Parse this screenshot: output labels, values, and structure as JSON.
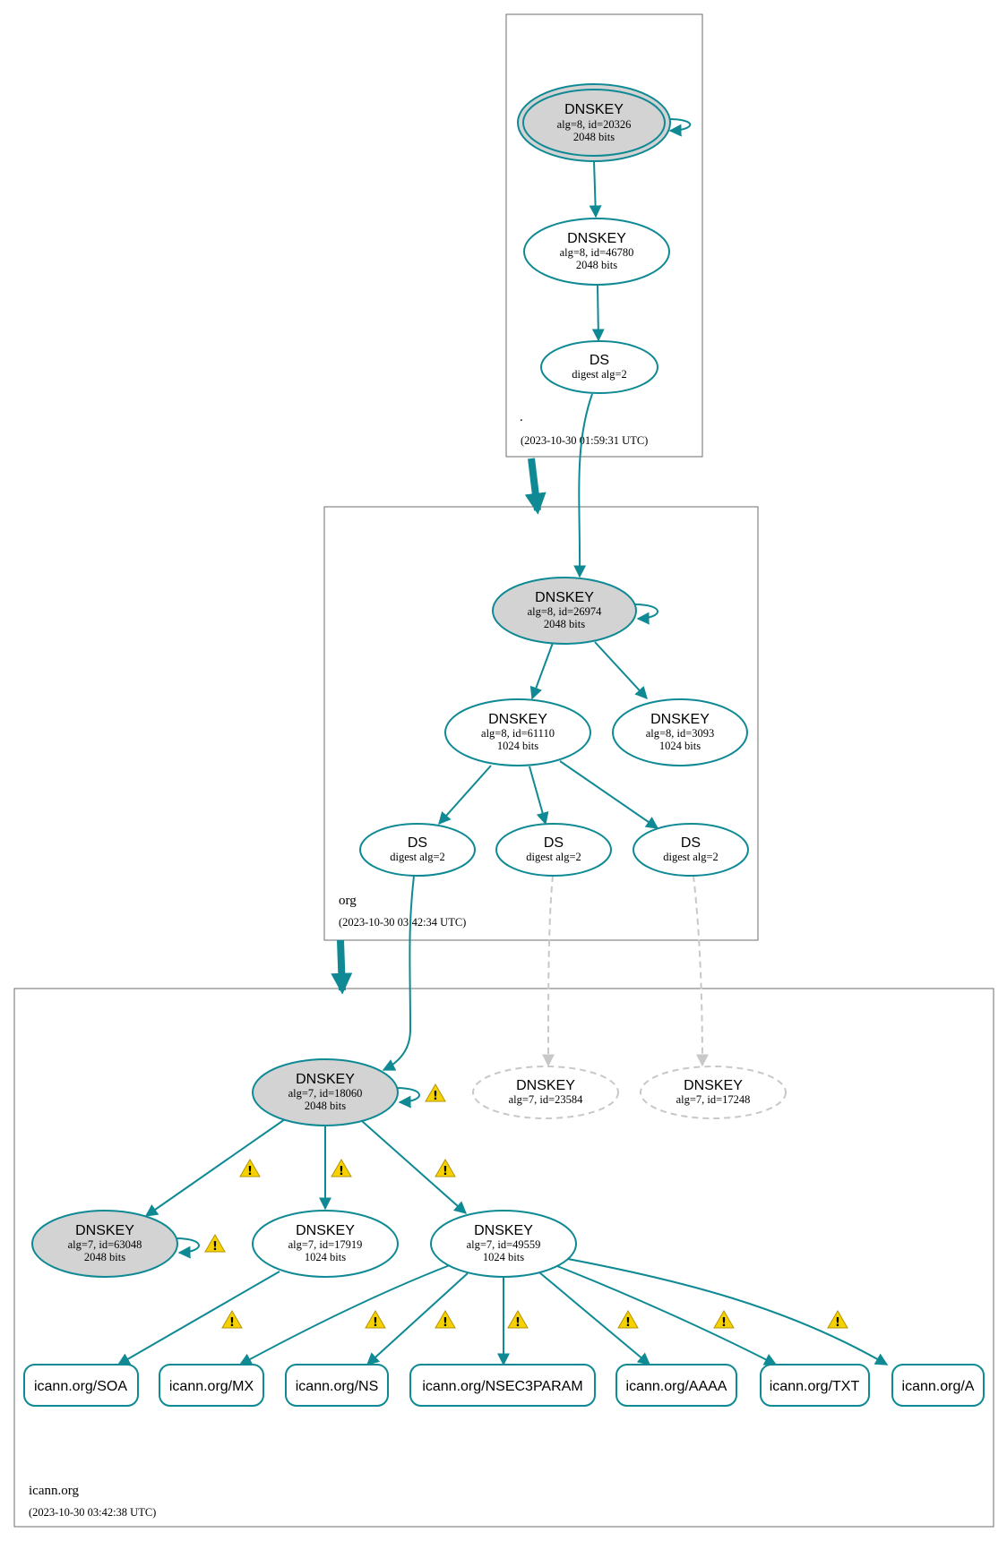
{
  "colors": {
    "edge": "#0f8a95",
    "missing": "#c8c8c8",
    "sep_fill": "#d3d3d3",
    "warning": "#f5d100"
  },
  "zones": [
    {
      "id": "root",
      "name": ".",
      "timestamp": "(2023-10-30 01:59:31 UTC)"
    },
    {
      "id": "org",
      "name": "org",
      "timestamp": "(2023-10-30 03:42:34 UTC)"
    },
    {
      "id": "icann",
      "name": "icann.org",
      "timestamp": "(2023-10-30 03:42:38 UTC)"
    }
  ],
  "nodes": [
    {
      "id": "root_ksk",
      "type": "DNSKEY",
      "line1": "alg=8, id=20326",
      "line2": "2048 bits",
      "style": "sep trust-anchor"
    },
    {
      "id": "root_zsk",
      "type": "DNSKEY",
      "line1": "alg=8, id=46780",
      "line2": "2048 bits",
      "style": "normal"
    },
    {
      "id": "root_ds",
      "type": "DS",
      "line1": "digest alg=2",
      "style": "normal"
    },
    {
      "id": "org_ksk",
      "type": "DNSKEY",
      "line1": "alg=8, id=26974",
      "line2": "2048 bits",
      "style": "sep"
    },
    {
      "id": "org_zsk1",
      "type": "DNSKEY",
      "line1": "alg=8, id=61110",
      "line2": "1024 bits",
      "style": "normal"
    },
    {
      "id": "org_zsk2",
      "type": "DNSKEY",
      "line1": "alg=8, id=3093",
      "line2": "1024 bits",
      "style": "normal"
    },
    {
      "id": "org_ds1",
      "type": "DS",
      "line1": "digest alg=2",
      "style": "normal"
    },
    {
      "id": "org_ds2",
      "type": "DS",
      "line1": "digest alg=2",
      "style": "normal"
    },
    {
      "id": "org_ds3",
      "type": "DS",
      "line1": "digest alg=2",
      "style": "normal"
    },
    {
      "id": "icann_ksk",
      "type": "DNSKEY",
      "line1": "alg=7, id=18060",
      "line2": "2048 bits",
      "style": "sep"
    },
    {
      "id": "icann_miss1",
      "type": "DNSKEY",
      "line1": "alg=7, id=23584",
      "style": "missing"
    },
    {
      "id": "icann_miss2",
      "type": "DNSKEY",
      "line1": "alg=7, id=17248",
      "style": "missing"
    },
    {
      "id": "icann_k63048",
      "type": "DNSKEY",
      "line1": "alg=7, id=63048",
      "line2": "2048 bits",
      "style": "sep"
    },
    {
      "id": "icann_k17919",
      "type": "DNSKEY",
      "line1": "alg=7, id=17919",
      "line2": "1024 bits",
      "style": "normal"
    },
    {
      "id": "icann_k49559",
      "type": "DNSKEY",
      "line1": "alg=7, id=49559",
      "line2": "1024 bits",
      "style": "normal"
    }
  ],
  "rrsets": [
    {
      "id": "rr_soa",
      "label": "icann.org/SOA"
    },
    {
      "id": "rr_mx",
      "label": "icann.org/MX"
    },
    {
      "id": "rr_ns",
      "label": "icann.org/NS"
    },
    {
      "id": "rr_nsec3param",
      "label": "icann.org/NSEC3PARAM"
    },
    {
      "id": "rr_aaaa",
      "label": "icann.org/AAAA"
    },
    {
      "id": "rr_txt",
      "label": "icann.org/TXT"
    },
    {
      "id": "rr_a",
      "label": "icann.org/A"
    }
  ],
  "edges": [
    {
      "from": "root_ksk",
      "to": "root_ksk",
      "kind": "self"
    },
    {
      "from": "root_ksk",
      "to": "root_zsk"
    },
    {
      "from": "root_zsk",
      "to": "root_ds"
    },
    {
      "from": "root",
      "to": "org",
      "kind": "delegation"
    },
    {
      "from": "root_ds",
      "to": "org_ksk"
    },
    {
      "from": "org_ksk",
      "to": "org_ksk",
      "kind": "self"
    },
    {
      "from": "org_ksk",
      "to": "org_zsk1"
    },
    {
      "from": "org_ksk",
      "to": "org_zsk2"
    },
    {
      "from": "org_zsk1",
      "to": "org_ds1"
    },
    {
      "from": "org_zsk1",
      "to": "org_ds2"
    },
    {
      "from": "org_zsk1",
      "to": "org_ds3"
    },
    {
      "from": "org",
      "to": "icann",
      "kind": "delegation"
    },
    {
      "from": "org_ds1",
      "to": "icann_ksk"
    },
    {
      "from": "org_ds2",
      "to": "icann_miss1",
      "kind": "missing"
    },
    {
      "from": "org_ds3",
      "to": "icann_miss2",
      "kind": "missing"
    },
    {
      "from": "icann_ksk",
      "to": "icann_ksk",
      "kind": "self",
      "warning": true
    },
    {
      "from": "icann_ksk",
      "to": "icann_k63048",
      "warning": true
    },
    {
      "from": "icann_ksk",
      "to": "icann_k17919",
      "warning": true
    },
    {
      "from": "icann_ksk",
      "to": "icann_k49559",
      "warning": true
    },
    {
      "from": "icann_k63048",
      "to": "icann_k63048",
      "kind": "self",
      "warning": true
    },
    {
      "from": "icann_k17919",
      "to": "rr_soa",
      "warning": true
    },
    {
      "from": "icann_k49559",
      "to": "rr_mx",
      "warning": true
    },
    {
      "from": "icann_k49559",
      "to": "rr_ns",
      "warning": true
    },
    {
      "from": "icann_k49559",
      "to": "rr_nsec3param",
      "warning": true
    },
    {
      "from": "icann_k49559",
      "to": "rr_aaaa",
      "warning": true
    },
    {
      "from": "icann_k49559",
      "to": "rr_txt",
      "warning": true
    },
    {
      "from": "icann_k49559",
      "to": "rr_a",
      "warning": true
    }
  ]
}
